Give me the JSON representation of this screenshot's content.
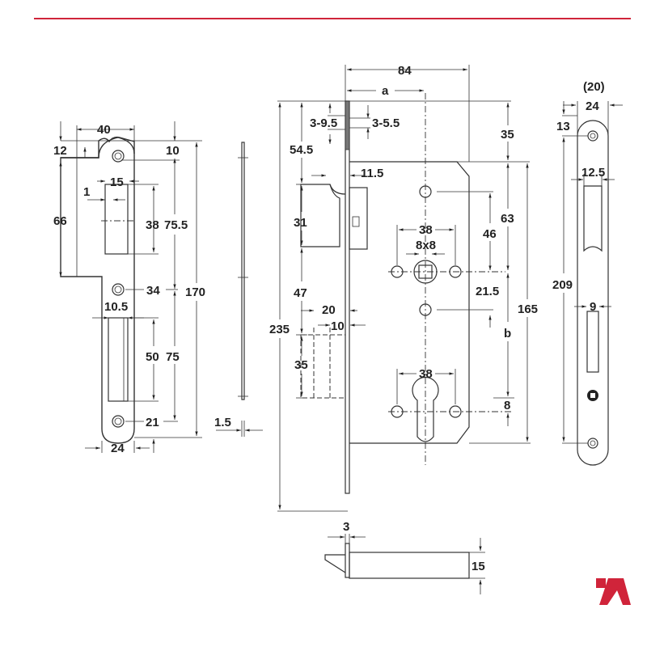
{
  "brand": {
    "accent_color": "#d0243a",
    "logo_icon": "brand-logo-icon"
  },
  "strike_plate": {
    "width": "40",
    "top_offset": "12",
    "hole_offset_top": "10",
    "upper_height": "66",
    "cut_width": "15",
    "lip": "1",
    "upper_slot": "38",
    "upper_slot_pos": "75.5",
    "mid_hole": "34",
    "lower_slot_width": "10.5",
    "lower_slot": "50",
    "lower_slot_pos": "75",
    "bottom_hole": "21",
    "bottom_width": "24",
    "total_height": "170"
  },
  "side_profile": {
    "thickness": "1.5"
  },
  "lock_body": {
    "width": "84",
    "backset": "a",
    "forend_top": "3-9.5",
    "forend_right": "3-5.5",
    "latch_top": "54.5",
    "latch_depth": "11.5",
    "latch_height": "31",
    "bolt_gap": "47",
    "bolt_projection": "20",
    "bolt_inner": "10",
    "bolt_height": "35",
    "total_height": "235",
    "top_to_hub": "35",
    "hub_to_spindle": "63",
    "spindle_above": "46",
    "hole_spacing_top": "38",
    "spindle_square": "8x8",
    "spindle_below": "21.5",
    "case_height": "165",
    "distance_b": "b",
    "hole_spacing_bottom": "38",
    "cylinder_offset": "8"
  },
  "bolt_view": {
    "plate_thickness": "3",
    "bolt_height": "15"
  },
  "faceplate": {
    "alt_width": "(20)",
    "width": "24",
    "top_hole": "13",
    "latch_width": "12.5",
    "length": "209",
    "bolt_width": "9"
  }
}
